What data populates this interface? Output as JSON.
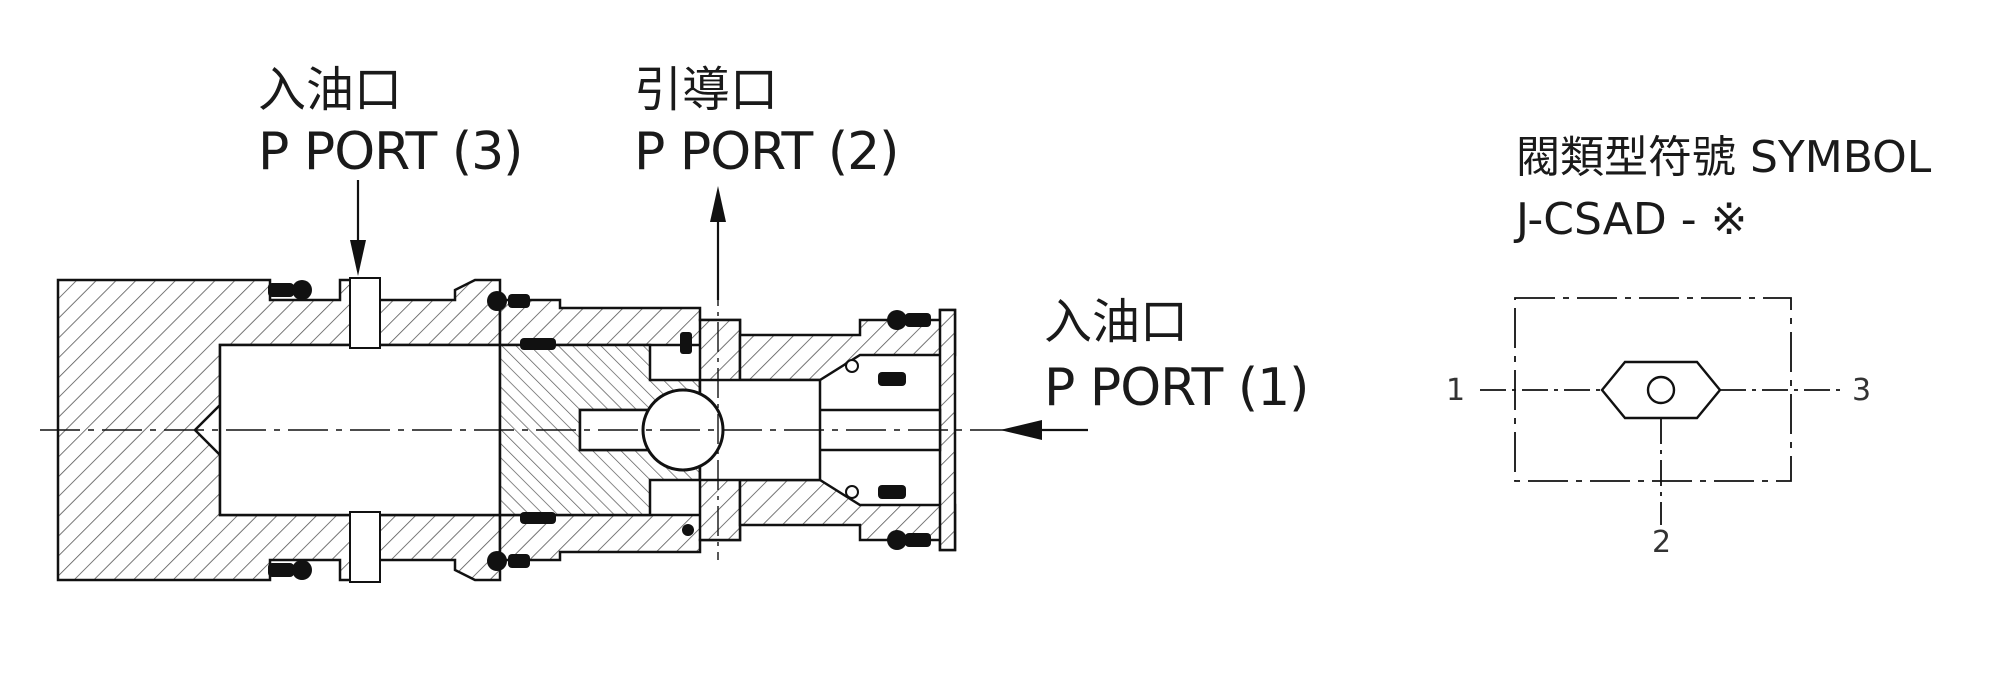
{
  "ports": {
    "p3": {
      "cn": "入油口",
      "en": "P PORT (3)"
    },
    "p2": {
      "cn": "引導口",
      "en": "P PORT (2)"
    },
    "p1": {
      "cn": "入油口",
      "en": "P PORT (1)"
    }
  },
  "symbol": {
    "title": "閥類型符號 SYMBOL",
    "model": "J-CSAD - ※",
    "port_numbers": {
      "left": "1",
      "right": "3",
      "bottom": "2"
    }
  }
}
